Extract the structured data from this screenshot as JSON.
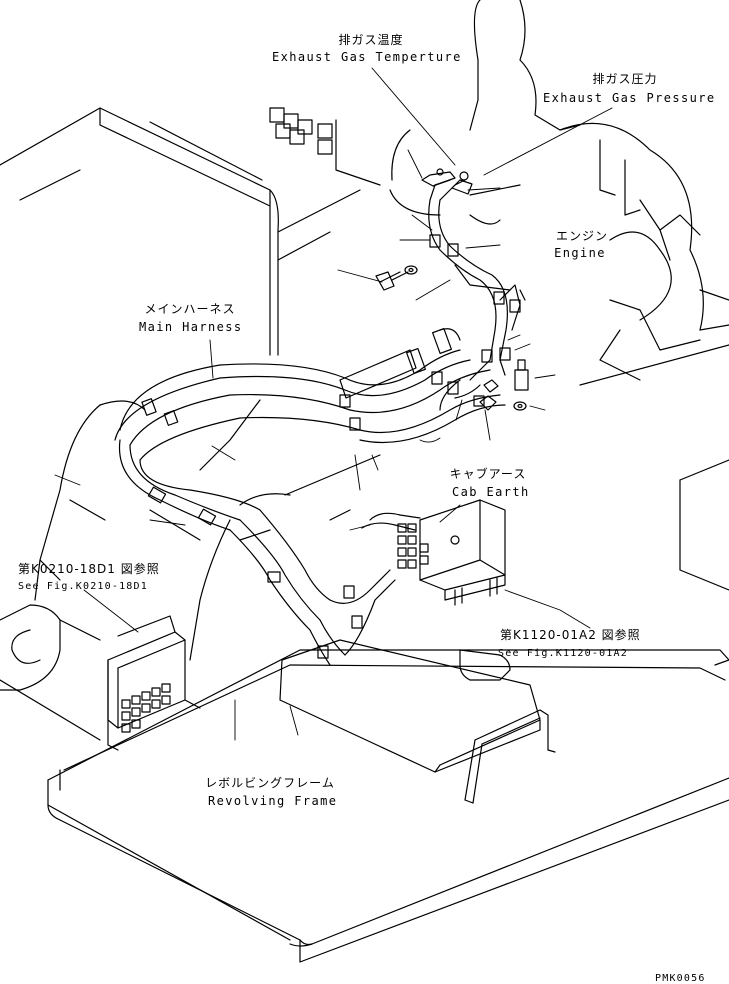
{
  "colors": {
    "line": "#000000",
    "background": "#ffffff"
  },
  "labels": {
    "exhaust_temp_jp": "排ガス温度",
    "exhaust_temp_en": "Exhaust Gas Temperture",
    "exhaust_pressure_jp": "排ガス圧力",
    "exhaust_pressure_en": "Exhaust Gas Pressure",
    "engine_jp": "エンジン",
    "engine_en": "Engine",
    "main_harness_jp": "メインハーネス",
    "main_harness_en": "Main Harness",
    "cab_earth_jp": "キャブアース",
    "cab_earth_en": "Cab Earth",
    "ref_k0210_jp": "第K0210-18D1 図参照",
    "ref_k0210_en": "See Fig.K0210-18D1",
    "ref_k1120_jp": "第K1120-01A2 図参照",
    "ref_k1120_en": "See Fig.K1120-01A2",
    "revolving_frame_jp": "レボルビングフレーム",
    "revolving_frame_en": "Revolving Frame",
    "drawing_code": "PMK0056"
  }
}
